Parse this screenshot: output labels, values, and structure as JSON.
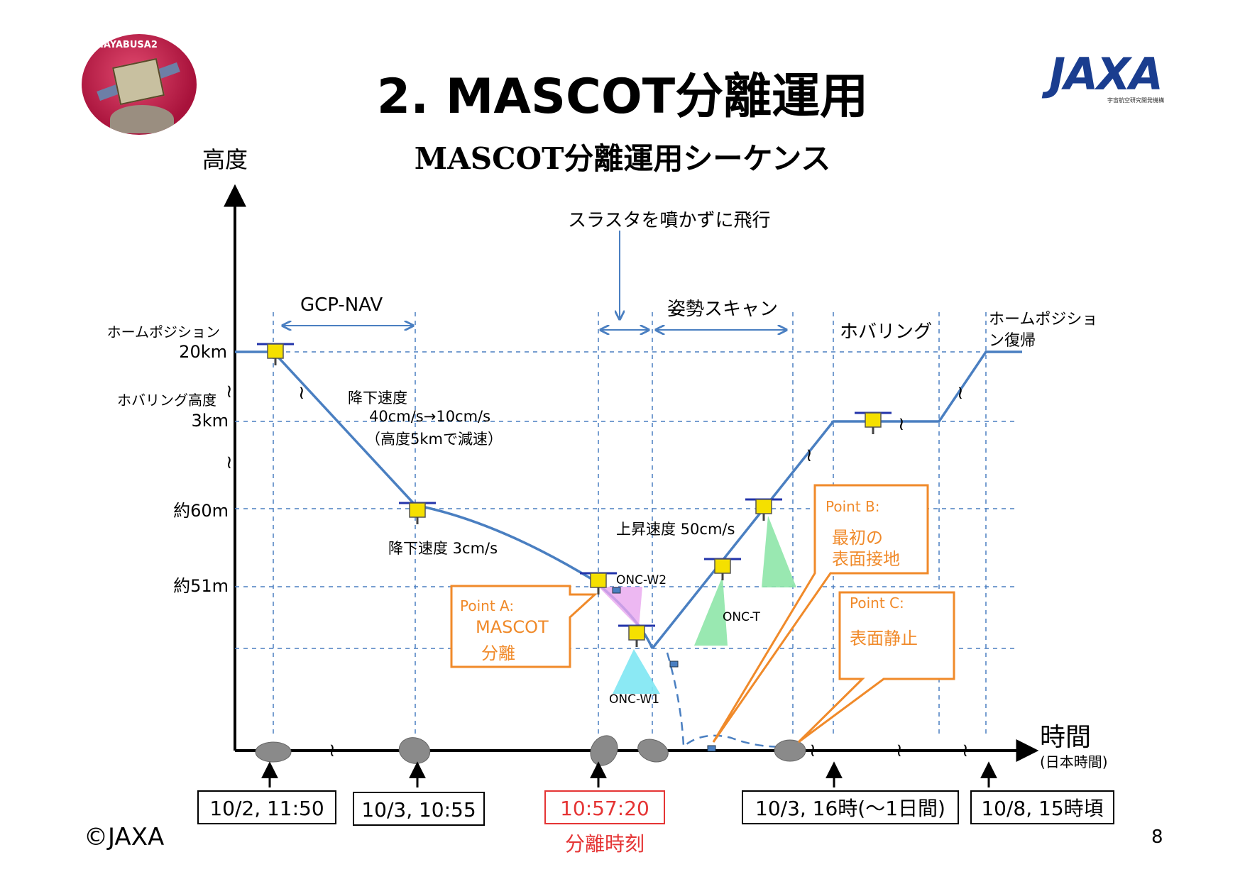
{
  "title": "2. MASCOT分離運用",
  "subtitle": "MASCOT分離運用シーケンス",
  "footer": {
    "copyright": "©JAXA",
    "page_number": "8"
  },
  "logos": {
    "left_badge_text": "HAYABUSA2",
    "jaxa_text": "JAXA",
    "jaxa_sub": "宇宙航空研究開発機構"
  },
  "axes": {
    "y_title": "高度",
    "x_title": "時間",
    "x_subtitle": "(日本時間)"
  },
  "y_labels": {
    "home_position": "ホームポジション",
    "km20": "20km",
    "hover_altitude": "ホバリング高度",
    "km3": "3km",
    "m60": "約60m",
    "m51": "約51m"
  },
  "segments": {
    "gcp_nav": "GCP-NAV",
    "no_thrust": "スラスタを噴かずに飛行",
    "attitude_scan": "姿勢スキャン",
    "hovering": "ホバリング",
    "return_home": [
      "ホームポジショ",
      "ン復帰"
    ]
  },
  "notes": {
    "descent_speed": "降下速度",
    "descent_rate": "40cm/s→10cm/s",
    "descent_detail": "（高度5kmで減速）",
    "descent_3": "降下速度 3cm/s",
    "ascent": "上昇速度 50cm/s",
    "onc_w2": "ONC-W2",
    "onc_w1": "ONC-W1",
    "onc_t": "ONC-T"
  },
  "callouts": {
    "a_head": "Point A:",
    "a_line1": "MASCOT",
    "a_line2": "分離",
    "b_head": "Point B:",
    "b_line1": "最初の",
    "b_line2": "表面接地",
    "c_head": "Point C:",
    "c_line1": "表面静止"
  },
  "time_boxes": {
    "t1": "10/2, 11:50",
    "t2": "10/3, 10:55",
    "t3": "10:57:20",
    "t3_caption": "分離時刻",
    "t4": "10/3, 16時(～1日間)",
    "t5": "10/8, 15時頃"
  },
  "colors": {
    "line_blue": "#4a7fc1",
    "callout_orange": "#f08a2a",
    "highlight_red": "#e53535",
    "onc_w2_cone": "#e9a6ef",
    "onc_w1_cone": "#7ee7f3",
    "onc_t_cone": "#8ee6a8",
    "spacecraft_yellow": "#f5e000"
  }
}
